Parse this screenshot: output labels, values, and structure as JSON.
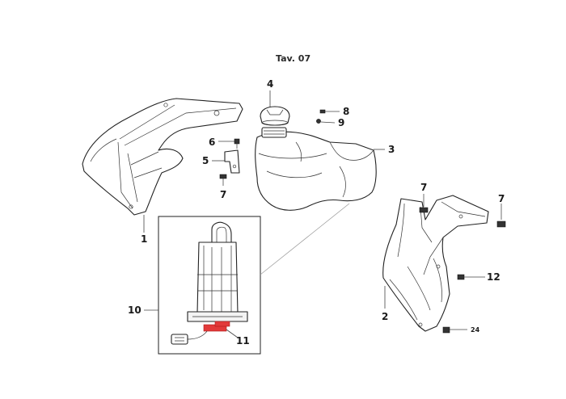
{
  "title": "Tav. 07",
  "labels": {
    "radiator_shroud_left": "1",
    "radiator_shroud_right": "2",
    "fuel_tank": "3",
    "fuel_cap": "4",
    "bracket": "5",
    "screw_bracket": "6",
    "screw_left_shroud": "7",
    "screw_right_top": "7",
    "screw_right_side": "7",
    "screw_tank_top": "8",
    "washer_tank_top": "9",
    "fuel_pump": "10",
    "pump_connector": "11",
    "screw_right_mid": "12",
    "screw_right_bottom": "24"
  }
}
